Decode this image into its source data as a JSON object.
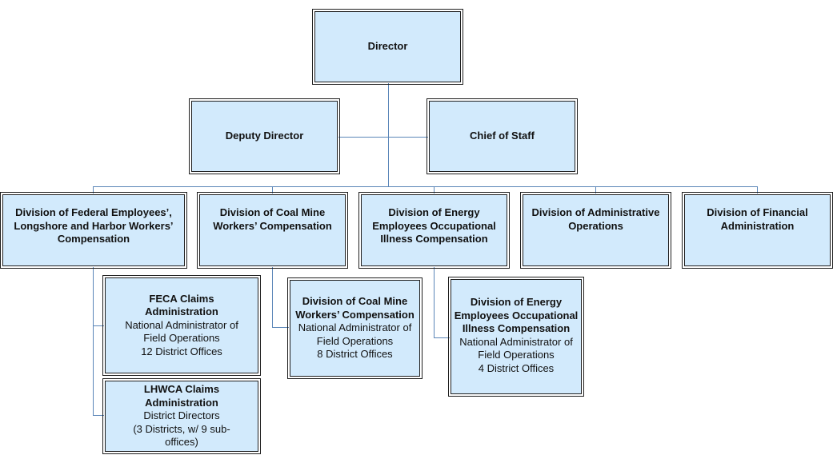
{
  "colors": {
    "box_fill": "#d2eafc",
    "line": "#5b86b8",
    "border": "#1f1f1f"
  },
  "director": {
    "title": "Director"
  },
  "deputy": {
    "title": "Deputy Director"
  },
  "chief": {
    "title": "Chief of Staff"
  },
  "divisions": [
    {
      "title": "Division of Federal Employees’, Longshore and Harbor Workers’ Compensation"
    },
    {
      "title": "Division of Coal Mine Workers’ Compensation"
    },
    {
      "title": "Division of Energy Employees Occupational Illness Compensation"
    },
    {
      "title": "Division of Administrative Operations"
    },
    {
      "title": "Division of Financial Administration"
    }
  ],
  "sub_units": {
    "feca": {
      "title": "FECA Claims Administration",
      "lines": [
        "National Administrator of Field Operations",
        "12 District Offices"
      ]
    },
    "lhwca": {
      "title": "LHWCA Claims Administration",
      "lines": [
        "District Directors",
        "(3 Districts, w/ 9 sub-offices)"
      ]
    },
    "coal": {
      "title": "Division of Coal Mine Workers’ Compensation",
      "lines": [
        "National Administrator of Field Operations",
        "8 District Offices"
      ]
    },
    "energy": {
      "title": "Division of Energy Employees Occupational Illness Compensation",
      "lines": [
        "National Administrator of Field Operations",
        "4 District Offices"
      ]
    }
  }
}
